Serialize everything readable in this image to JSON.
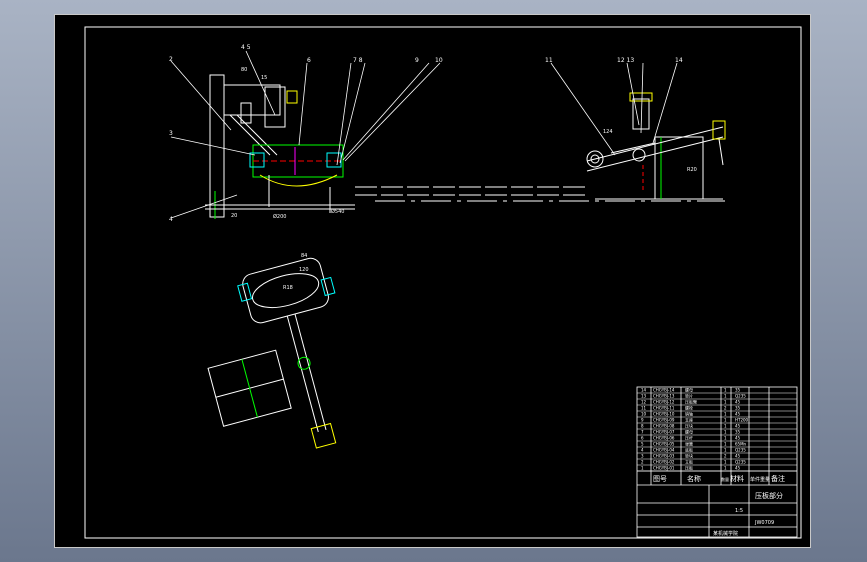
{
  "labels": {
    "b2": "2",
    "b3": "3",
    "b4": "4",
    "b45": "4 5",
    "b6": "6",
    "b78": "7 8",
    "b9": "9",
    "b10": "10",
    "b11": "11",
    "b1213": "12 13",
    "b14": "14"
  },
  "dims": {
    "d1": "Ø200",
    "d2": "Ø540",
    "d3": "20",
    "d4": "80",
    "d5": "15",
    "d6": "84",
    "d7": "120",
    "d8": "R18",
    "d9": "124",
    "d10": "R20"
  },
  "title_block": {
    "col_no": "图号",
    "col_name": "名称",
    "col_qty": "数量",
    "col_material": "材料",
    "col_weight": "单件重量",
    "col_remark": "备注",
    "drawing_title": "压板部分",
    "drawing_code": "JW0709",
    "school": "某机械学院",
    "scale": "1:5",
    "parts": [
      {
        "no": "14",
        "code": "CHGYBJ-14",
        "name": "螺母",
        "qty": "1",
        "mat": "35"
      },
      {
        "no": "13",
        "code": "CHGYBJ-13",
        "name": "垫片",
        "qty": "1",
        "mat": "Q235"
      },
      {
        "no": "12",
        "code": "CHGYBJ-12",
        "name": "压板臂",
        "qty": "1",
        "mat": "45"
      },
      {
        "no": "11",
        "code": "CHGYBJ-11",
        "name": "螺栓",
        "qty": "2",
        "mat": "35"
      },
      {
        "no": "10",
        "code": "CHGYBJ-10",
        "name": "销轴",
        "qty": "1",
        "mat": "45"
      },
      {
        "no": "9",
        "code": "CHGYBJ-09",
        "name": "支座",
        "qty": "1",
        "mat": "HT200"
      },
      {
        "no": "8",
        "code": "CHGYBJ-08",
        "name": "压块",
        "qty": "1",
        "mat": "45"
      },
      {
        "no": "7",
        "code": "CHGYBJ-07",
        "name": "螺母",
        "qty": "1",
        "mat": "35"
      },
      {
        "no": "6",
        "code": "CHGYBJ-06",
        "name": "压杆",
        "qty": "1",
        "mat": "45"
      },
      {
        "no": "5",
        "code": "CHGYBJ-05",
        "name": "弹簧",
        "qty": "1",
        "mat": "65Mn"
      },
      {
        "no": "4",
        "code": "CHGYBJ-04",
        "name": "底板",
        "qty": "1",
        "mat": "Q235"
      },
      {
        "no": "3",
        "code": "CHGYBJ-03",
        "name": "垫块",
        "qty": "2",
        "mat": "45"
      },
      {
        "no": "2",
        "code": "CHGYBJ-02",
        "name": "立板",
        "qty": "1",
        "mat": "Q235"
      },
      {
        "no": "1",
        "code": "CHGYBJ-01",
        "name": "压板",
        "qty": "1",
        "mat": "45"
      }
    ]
  }
}
